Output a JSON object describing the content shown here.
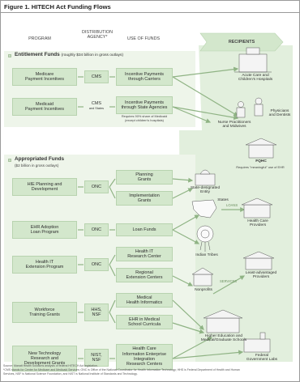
{
  "figure": {
    "title": "Figure 1. HITECH Act Funding Flows"
  },
  "headers": {
    "program": "PROGRAM",
    "distribution": "DISTRIBUTION\nAGENCY*",
    "use": "USE OF FUNDS",
    "recipients": "RECIPIENTS"
  },
  "entitlement": {
    "label": "Entitlement Funds",
    "sub": "(roughly $34 billion in gross outlays)"
  },
  "appropriated": {
    "label": "Appropriated Funds",
    "sub": "($2 billion in gross outlays)"
  },
  "programs": [
    {
      "name": "Medicare\nPayment Incentives"
    },
    {
      "name": "Medicaid\nPayment Incentives"
    },
    {
      "name": "HIE Planning and\nDevelopment"
    },
    {
      "name": "EHR Adoption\nLoan Program"
    },
    {
      "name": "Health IT\nExtension Program"
    },
    {
      "name": "Workforce\nTraining Grants"
    },
    {
      "name": "New Technology\nResearch and\nDevelopment Grants"
    }
  ],
  "agencies": [
    {
      "name": "CMS",
      "sub": ""
    },
    {
      "name": "CMS",
      "sub": "and States"
    },
    {
      "name": "ONC",
      "sub": ""
    },
    {
      "name": "ONC",
      "sub": ""
    },
    {
      "name": "ONC",
      "sub": ""
    },
    {
      "name": "HHS,\nNSF",
      "sub": ""
    },
    {
      "name": "NIST,\nNSF",
      "sub": ""
    }
  ],
  "uses": [
    {
      "name": "Incentive Payments\nthrough Carriers"
    },
    {
      "name": "Incentive Payments\nthrough State Agencies"
    },
    {
      "name": "Planning\nGrants"
    },
    {
      "name": "Implementation\nGrants"
    },
    {
      "name": "Loan Funds"
    },
    {
      "name": "Health IT\nResearch Center"
    },
    {
      "name": "Regional\nExtension Centers"
    },
    {
      "name": "Medical\nHealth Informatics"
    },
    {
      "name": "EHR in Medical\nSchool Curricula"
    },
    {
      "name": "Health Care\nInformation Enterprise\nIntegration\nResearch Centers"
    }
  ],
  "medicaid_note": "Requires 90% share of Medicaid\n(except children's hospitals)",
  "fqhc_note": "Requires \"meaningful\" use of EHR",
  "recipients": {
    "acute": "Acute Care and\nChildren's Hospitals",
    "physicians": "Physicians\nand Dentists",
    "nurse": "Nurse Practitioners\nand Midwives",
    "fqhc": "FQHC",
    "state_entity": "State-designated\nEntity",
    "states": "States",
    "providers": "Health Care\nProviders",
    "tribes": "Indian Tribes",
    "nonprofits": "Nonprofits",
    "least": "Least-advantaged\nProviders",
    "higher_ed": "Higher Education and\nMedical/Graduate Schools",
    "federal": "Federal\nGovernment Labs"
  },
  "flow_labels": {
    "loans": "LOANS",
    "services": "SERVICES"
  },
  "sources": {
    "line1": "Source: Manatt Health Solutions analysis of federal HITECH Act legislation.",
    "line2": "*CMS stands for Center for Medicare and Medicaid Services; ONC is Office of the National Coordinator for Health Information Technology; HHS is Federal Department of Health and Human",
    "line3": "Services, NSF is National Science Foundation, and NIST is National Institute of Standards and Technology."
  },
  "colors": {
    "box_fill": "#d3e7cc",
    "recipient_area": "#e2efdd",
    "arrow": "#8fb384"
  }
}
